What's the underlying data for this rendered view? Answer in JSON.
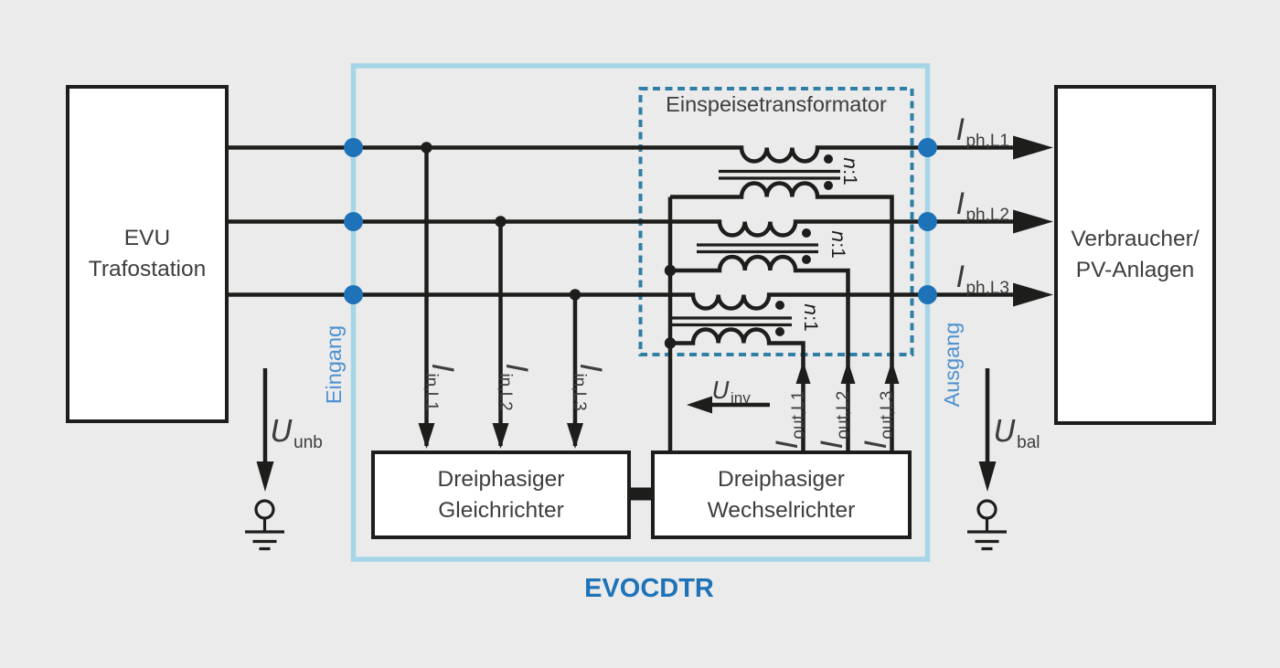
{
  "figure": {
    "title": "EVOCDTR",
    "input_label": "Eingang",
    "output_label": "Ausgang",
    "transformer_group_label": "Einspeisetransformator"
  },
  "blocks": {
    "grid": {
      "line1": "EVU",
      "line2": "Trafostation"
    },
    "load": {
      "line1": "Verbraucher/",
      "line2": "PV-Anlagen"
    },
    "rectifier": {
      "line1": "Dreiphasiger",
      "line2": "Gleichrichter"
    },
    "inverter": {
      "line1": "Dreiphasiger",
      "line2": "Wechselrichter"
    }
  },
  "transformers": {
    "ratio": {
      "base": "n",
      "suffix": ":1"
    }
  },
  "signals": {
    "u_unb": {
      "base": "U",
      "sub": "unb"
    },
    "u_bal": {
      "base": "U",
      "sub": "bal"
    },
    "u_inv": {
      "base": "U",
      "sub": "inv"
    },
    "i_ph": [
      {
        "base": "I",
        "sub": "ph,L1"
      },
      {
        "base": "I",
        "sub": "ph,L2"
      },
      {
        "base": "I",
        "sub": "ph,L3"
      }
    ],
    "i_in": [
      {
        "base": "I",
        "sub": "in,L1"
      },
      {
        "base": "I",
        "sub": "in,L2"
      },
      {
        "base": "I",
        "sub": "in,L3"
      }
    ],
    "i_out": [
      {
        "base": "I",
        "sub": "out,L1"
      },
      {
        "base": "I",
        "sub": "out,L2"
      },
      {
        "base": "I",
        "sub": "out,L3"
      }
    ]
  },
  "colors": {
    "background": "#ebebeb",
    "line_black": "#1d1d1b",
    "text_gray": "#3d3d3c",
    "node_blue": "#1e73b8",
    "frame_light_blue": "#a5d5e7",
    "port_label_blue": "#4d92d1",
    "dashed_teal": "#2e7fa6",
    "box_white": "#ffffff"
  }
}
